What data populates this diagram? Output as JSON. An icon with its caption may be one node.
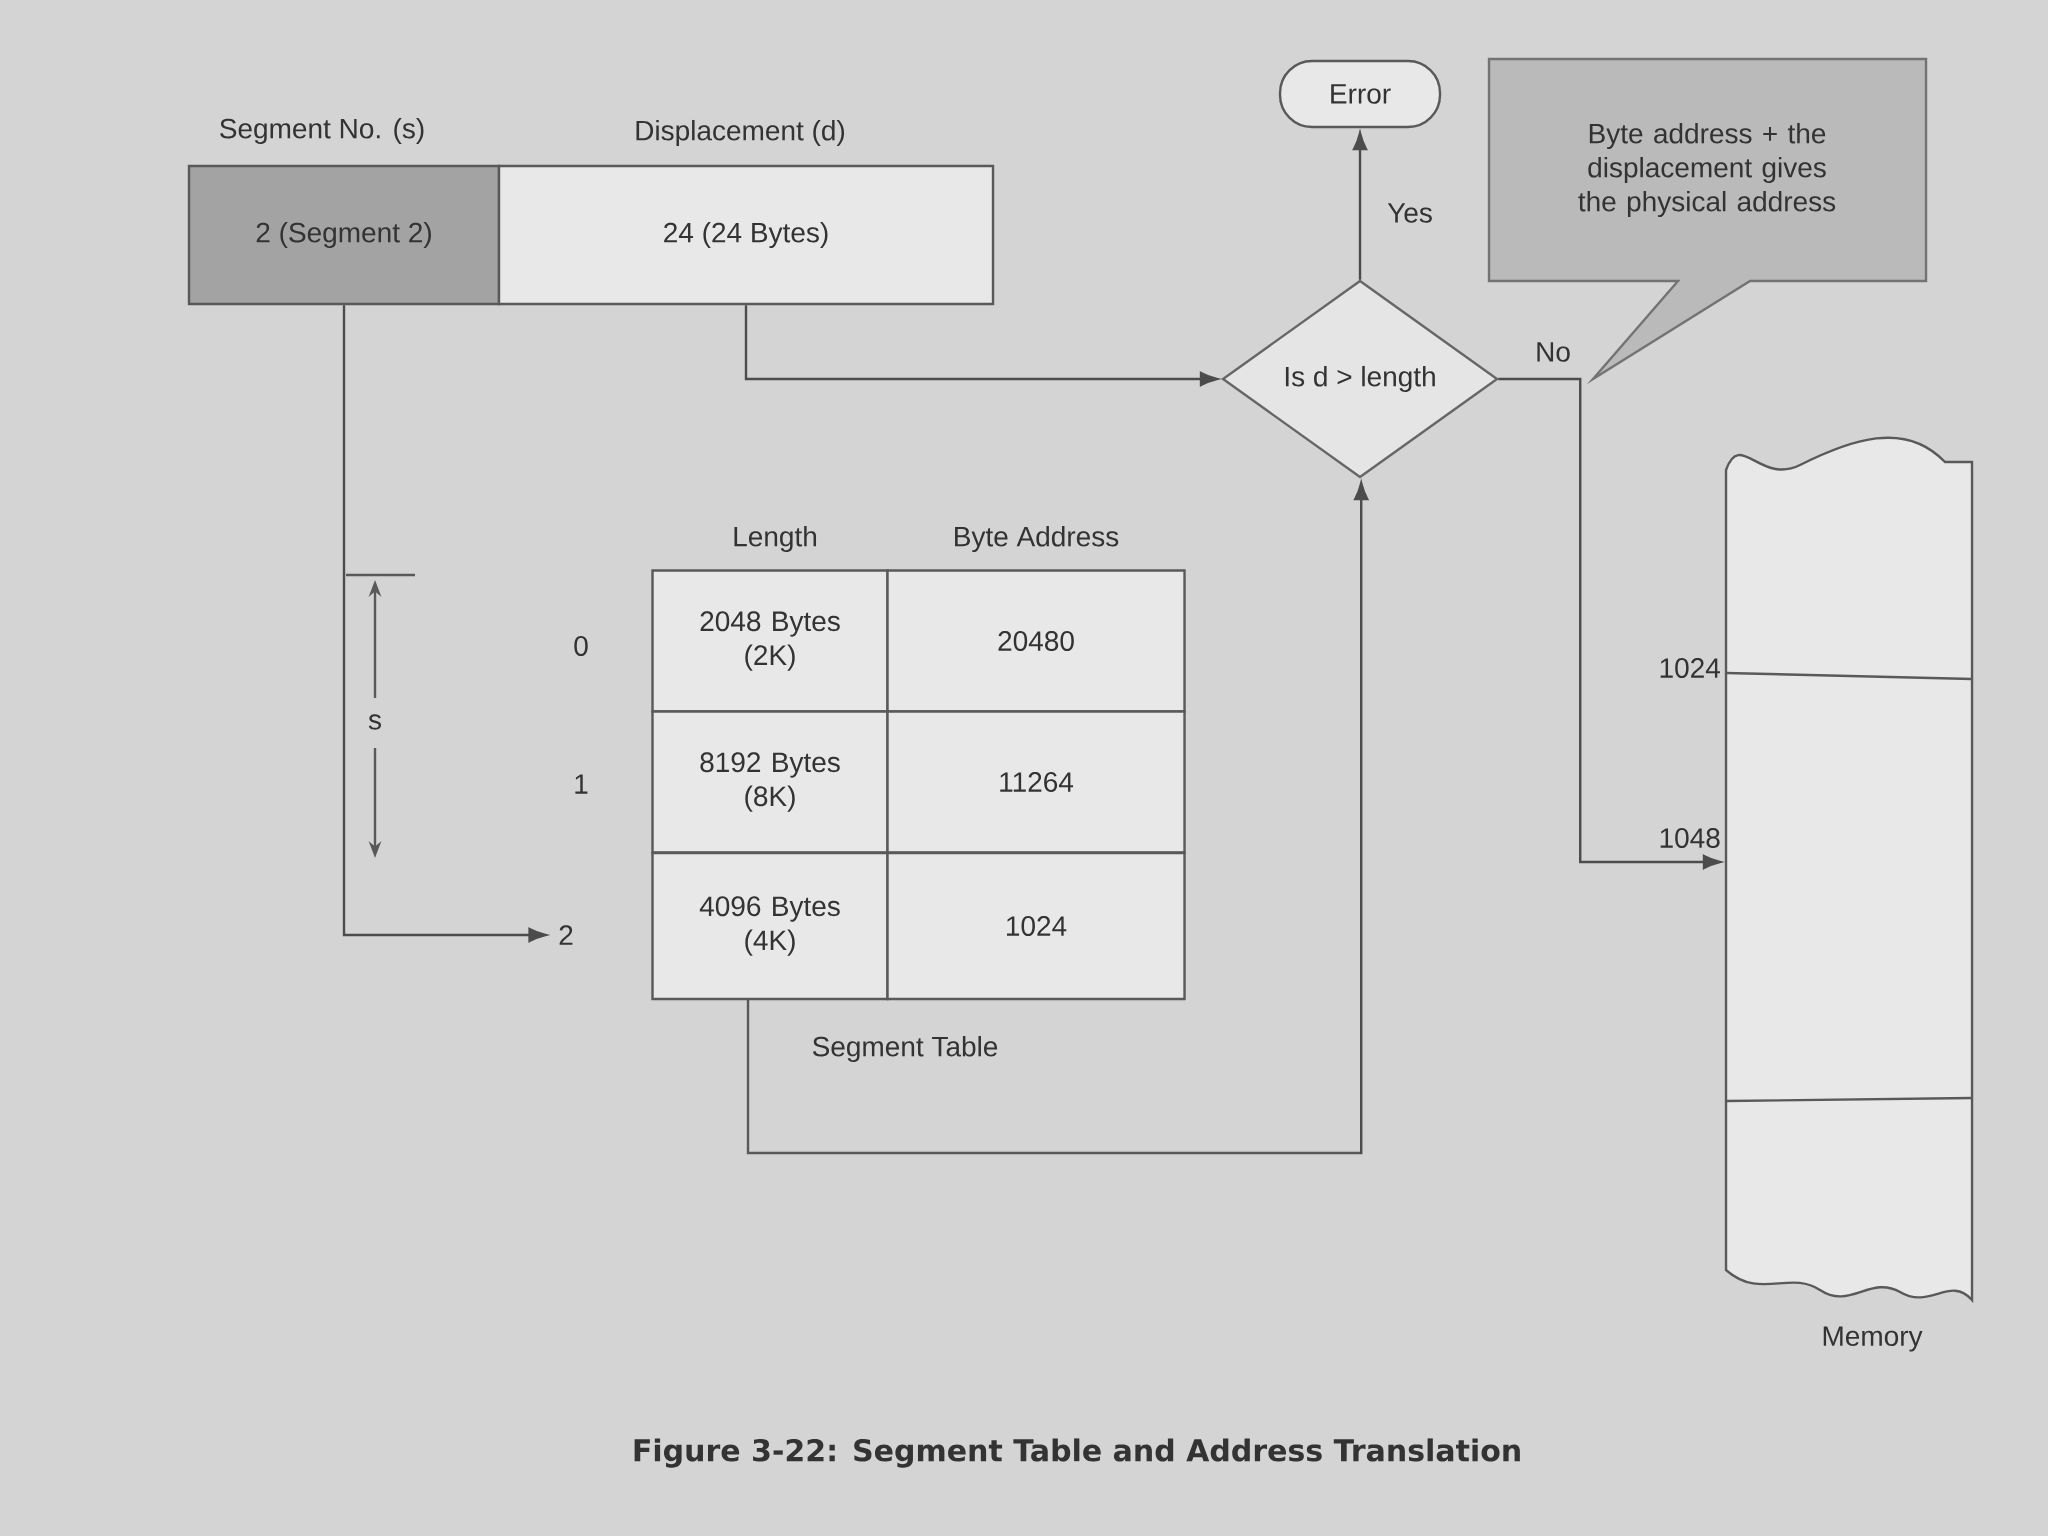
{
  "diagram": {
    "caption": "Figure 3-22: Segment Table and Address Translation",
    "nodes": [
      {
        "text": [
          "Segment No. (s)",
          "2 (Segment 2)"
        ]
      },
      {
        "text": [
          "Displacement (d)",
          "24 (24 Bytes)"
        ]
      },
      {
        "text": [
          "Error"
        ]
      },
      {
        "text": [
          "Byte address + the displacement gives the physical address"
        ]
      },
      {
        "text": [
          "Is d > length"
        ]
      },
      {
        "text": [
          "2"
        ]
      },
      {
        "text": [
          "Segment Table"
        ]
      },
      {
        "text": [
          "Memory"
        ]
      }
    ],
    "edges": [
      {
        "from": 0,
        "to": 5,
        "arrow": "to"
      },
      {
        "from": 1,
        "to": 4,
        "arrow": "to"
      },
      {
        "from": 4,
        "to": 2,
        "arrow": "to",
        "label": "Yes"
      },
      {
        "from": 4,
        "to": 7,
        "arrow": "to",
        "label": "No"
      },
      {
        "from": 6,
        "to": 4,
        "arrow": "to"
      }
    ],
    "labels": [
      "Length",
      "Byte Address",
      "0",
      "2048 Bytes (2K)",
      "20480",
      "1",
      "8192 Bytes (8K)",
      "11264",
      "4096 Bytes (4K)",
      "1024",
      "s",
      "1024",
      "1048"
    ]
  }
}
